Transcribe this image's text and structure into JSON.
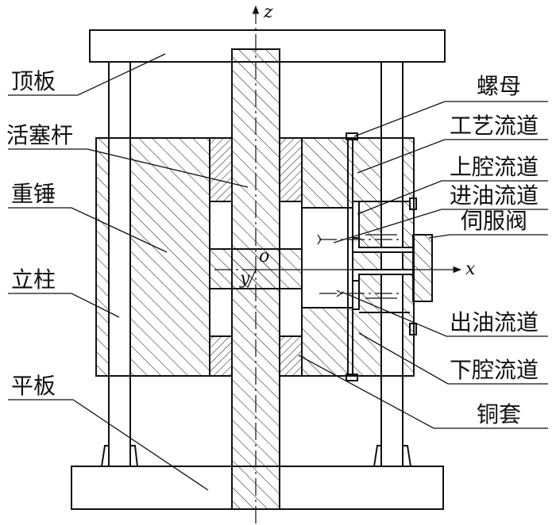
{
  "labels": {
    "top_plate": "顶板",
    "piston_rod": "活塞杆",
    "heavy_hammer": "重锤",
    "column": "立柱",
    "flat_plate": "平板",
    "nut": "螺母",
    "process_channel": "工艺流道",
    "upper_chamber_channel": "上腔流道",
    "oil_inlet_channel": "进油流道",
    "servo_valve": "伺服阀",
    "oil_outlet_channel": "出油流道",
    "lower_chamber_channel": "下腔流道",
    "copper_sleeve": "铜套"
  },
  "axes": {
    "z": "z",
    "x": "x",
    "y": "y",
    "origin": "o"
  },
  "colors": {
    "line": "#111111",
    "background": "#ffffff"
  }
}
